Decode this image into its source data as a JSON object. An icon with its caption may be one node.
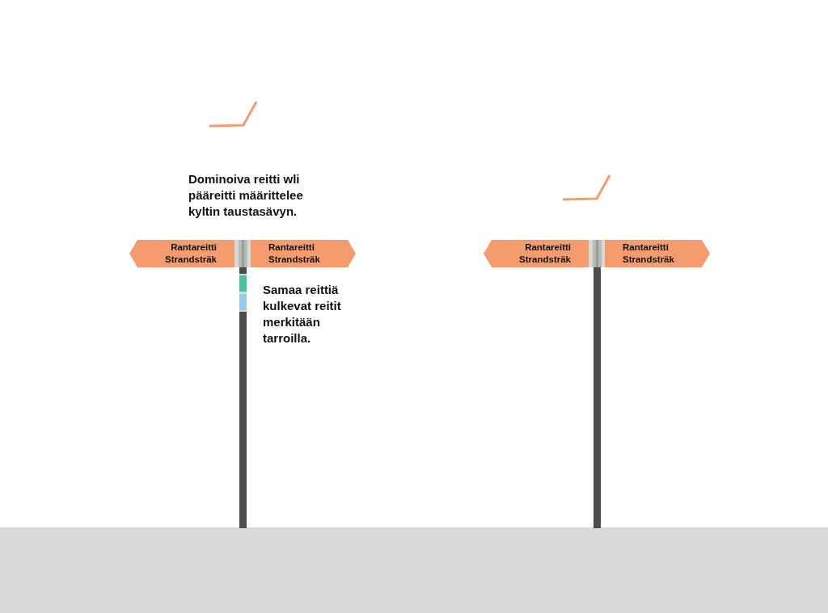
{
  "diagram": {
    "nodes": [
      {
        "text": [
          "Rantareitti Strandsträk"
        ]
      },
      {
        "text": [
          "Rantareitti Strandsträk"
        ]
      },
      {
        "text": [
          "Rantareitti Strandsträk"
        ]
      },
      {
        "text": [
          "Rantareitti Strandsträk"
        ]
      }
    ],
    "labels": [
      "Dominoiva reitti wli pääreitti määrittelee kyltin taustasävyn.",
      "Samaa reittiä kulkevat reitit merkitään tarroilla."
    ]
  }
}
